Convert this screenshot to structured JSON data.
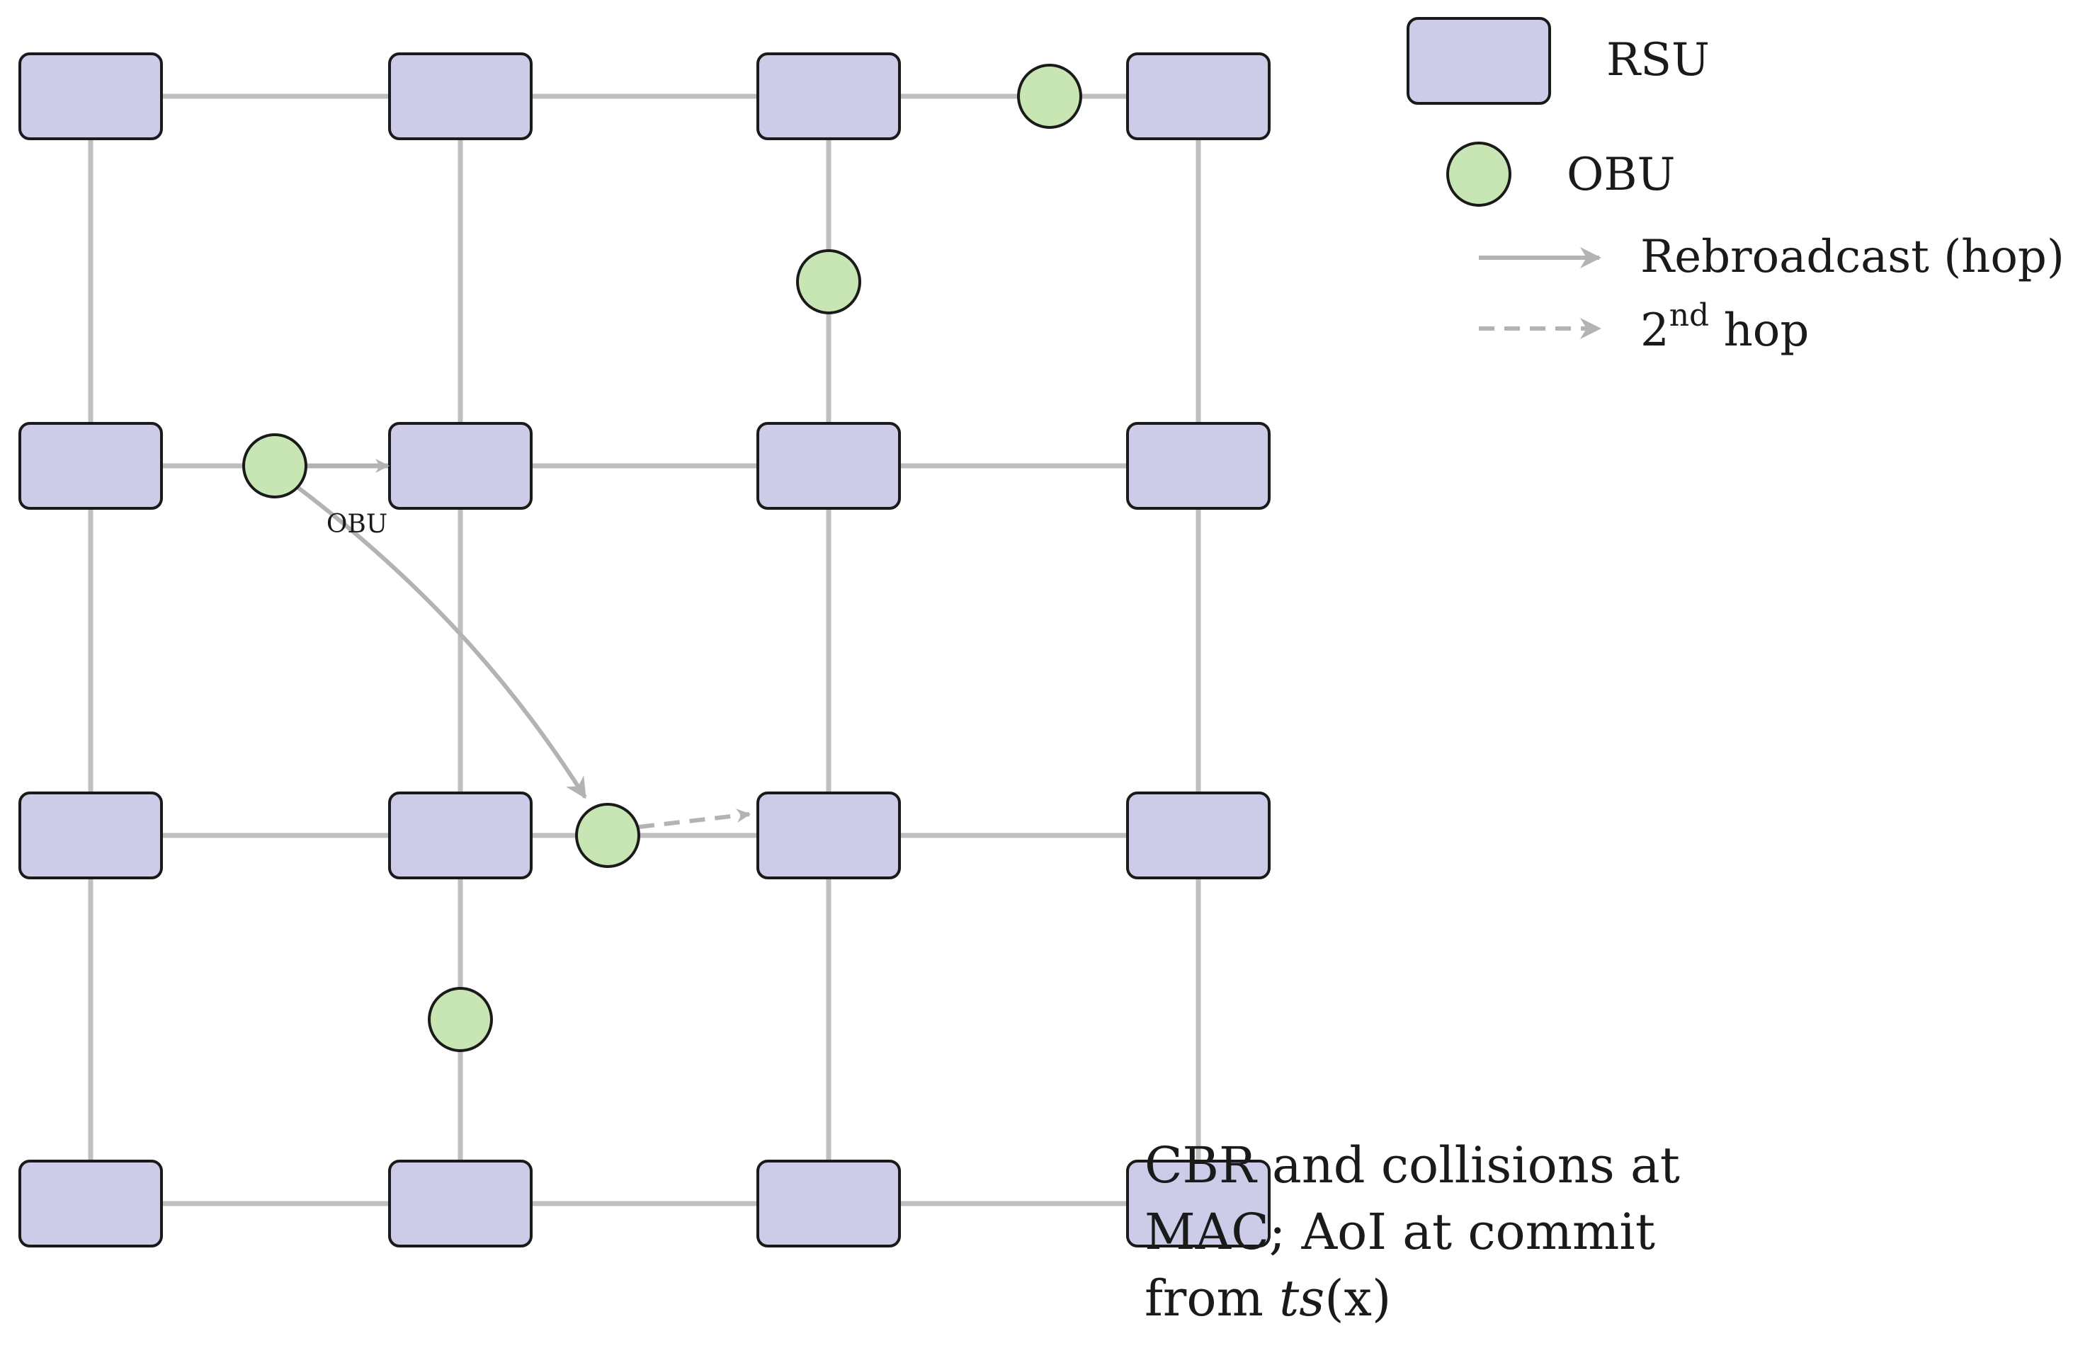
{
  "colors": {
    "rsu_fill": "#cccce8",
    "rsu_stroke": "#1a1a1a",
    "obu_fill": "#c8e6b4",
    "obu_stroke": "#1a1a1a",
    "road": "#bfbfbf",
    "arrow": "#b3b3b3",
    "text": "#1a1a1a"
  },
  "legend": {
    "rsu_label": "RSU",
    "obu_label": "OBU",
    "hop_label": "Rebroadcast (hop)",
    "second_hop_base": "2",
    "second_hop_sup": "nd",
    "second_hop_rest": " hop"
  },
  "annotation": {
    "obu_tag": "OBU",
    "note_line1": "CBR and collisions at",
    "note_line2": "MAC; AoI at commit",
    "note_line3_text": "from ",
    "note_line3_math": "ts",
    "note_line3_arg": "(x)"
  },
  "grid": {
    "rows": 4,
    "cols": 4
  },
  "obus": [
    {
      "id": "obu-top-row",
      "between": "row0-col2-col3"
    },
    {
      "id": "obu-col2-upper",
      "between": "col2-row0-row1"
    },
    {
      "id": "obu-sender",
      "between": "row1-col0-col1"
    },
    {
      "id": "obu-relay",
      "between": "row2-col1-col2"
    },
    {
      "id": "obu-col1-lower",
      "between": "col1-row2-row3"
    }
  ]
}
